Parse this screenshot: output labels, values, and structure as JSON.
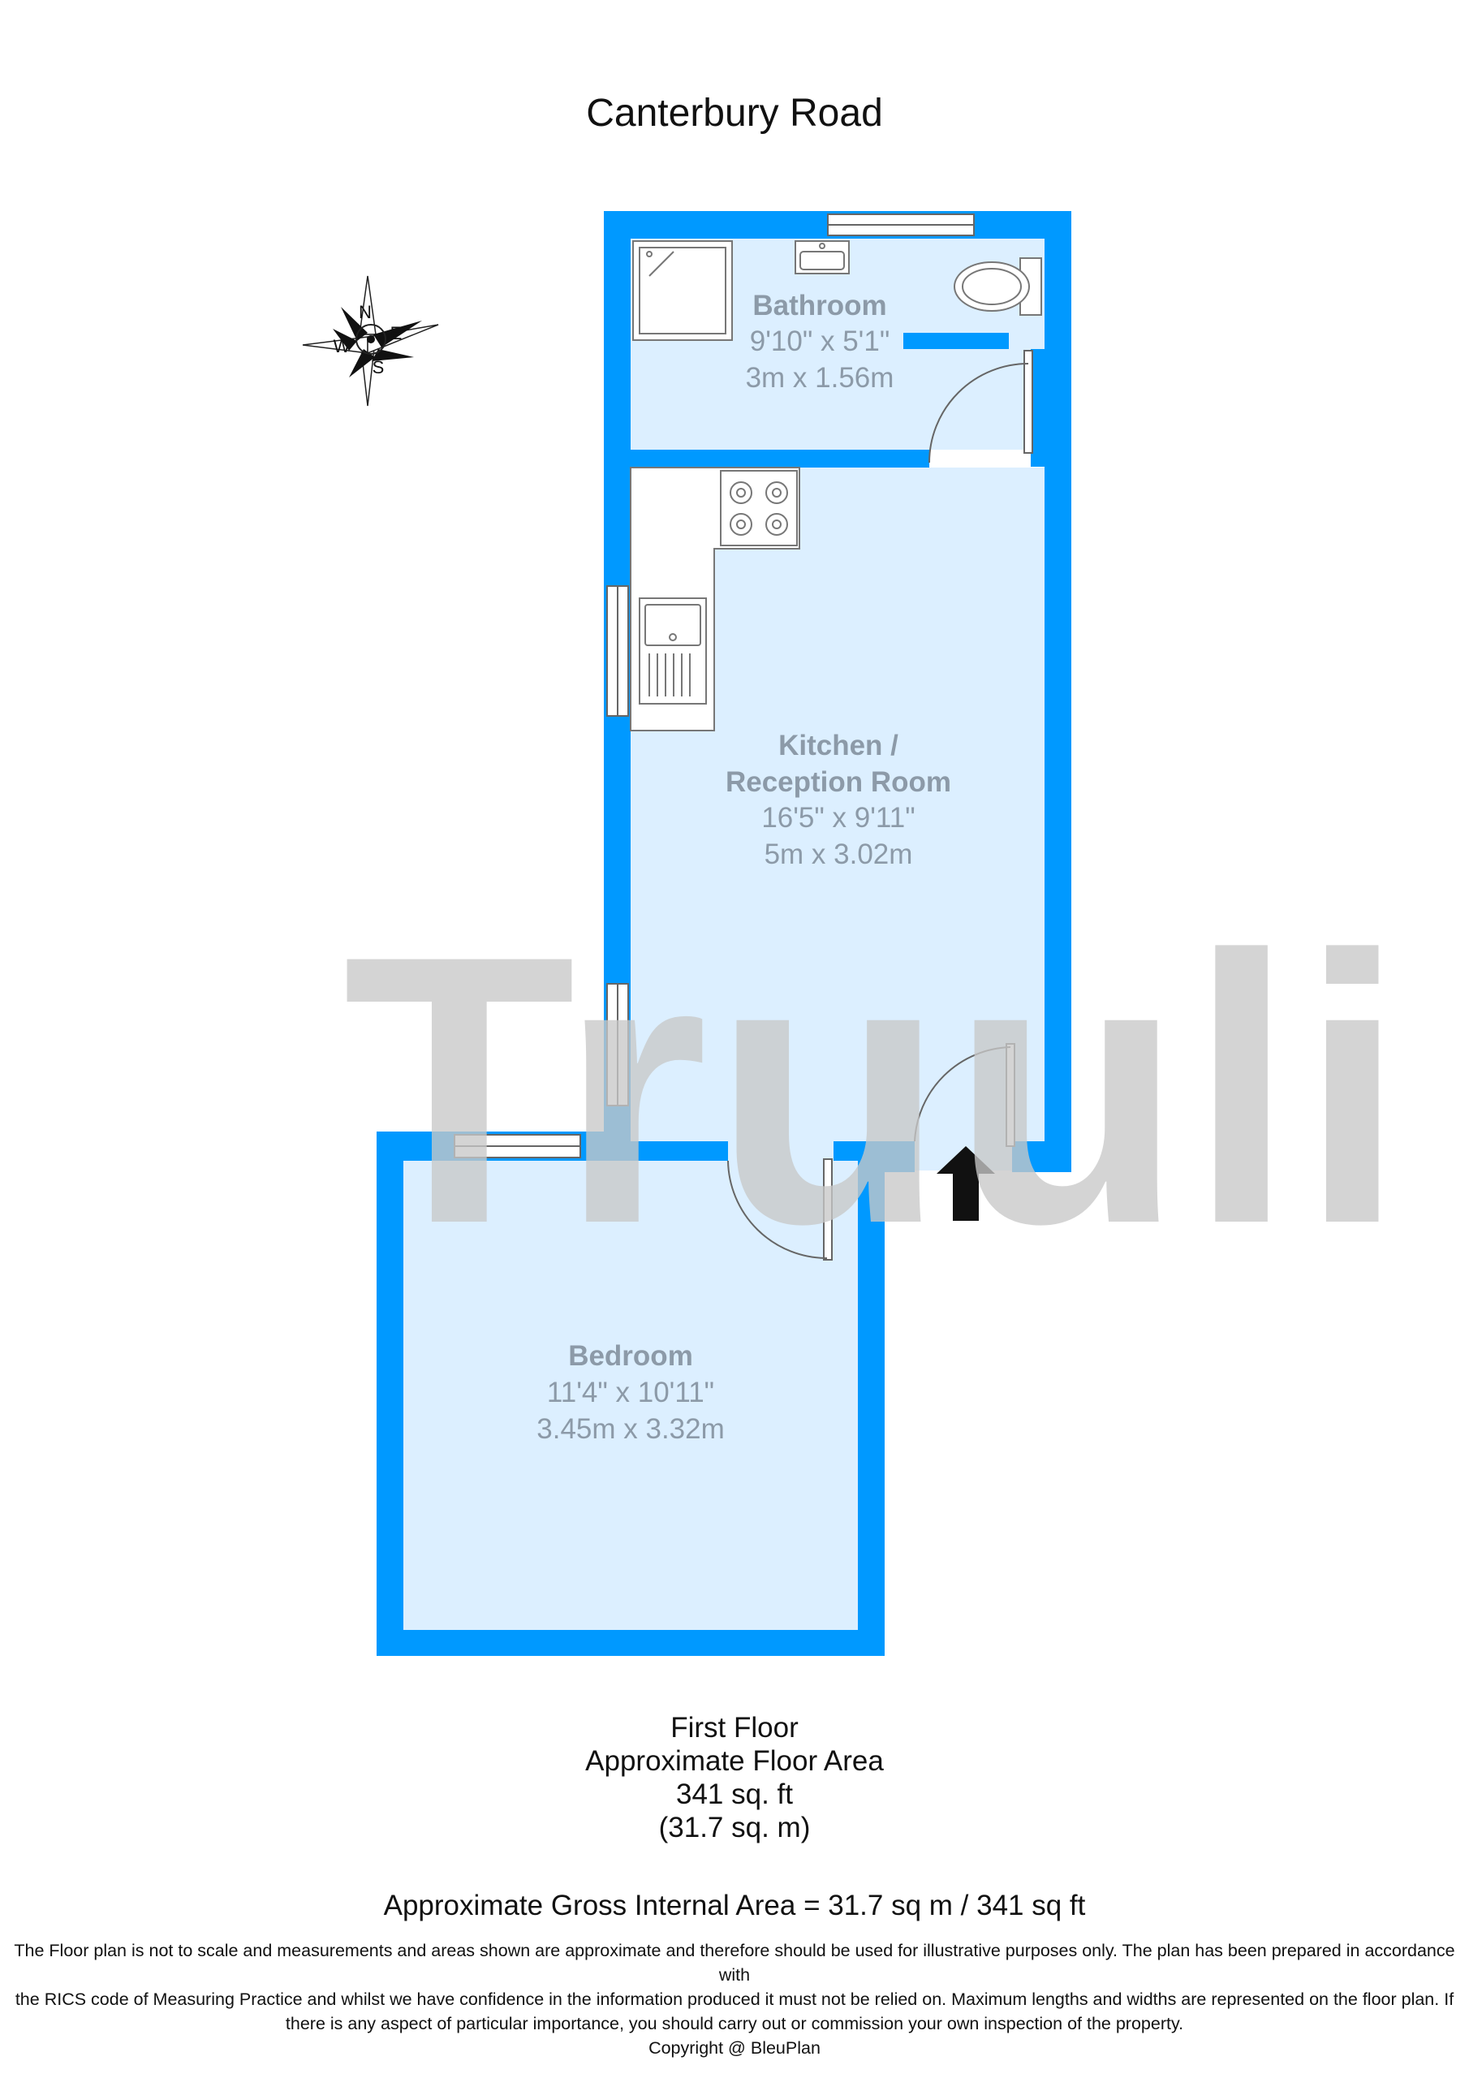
{
  "title": "Canterbury Road",
  "compass": {
    "n": "N",
    "e": "E",
    "s": "S",
    "w": "W"
  },
  "watermark": "Truuli",
  "rooms": {
    "bathroom": {
      "name": "Bathroom",
      "imperial": "9'10\" x 5'1\"",
      "metric": "3m x 1.56m"
    },
    "kitchen": {
      "name_line1": "Kitchen /",
      "name_line2": "Reception Room",
      "imperial": "16'5\" x 9'11\"",
      "metric": "5m x 3.02m"
    },
    "bedroom": {
      "name": "Bedroom",
      "imperial": "11'4\" x 10'11\"",
      "metric": "3.45m x 3.32m"
    }
  },
  "floor_info": {
    "floor": "First Floor",
    "label": "Approximate Floor Area",
    "sqft": "341 sq. ft",
    "sqm": "(31.7 sq. m)"
  },
  "gross_area": "Approximate Gross Internal Area = 31.7 sq m / 341 sq ft",
  "disclaimer": {
    "line1": "The Floor plan is not to scale and measurements and areas shown are approximate and therefore should be used for illustrative purposes only. The plan has been prepared in accordance with",
    "line2": "the RICS code of Measuring Practice and whilst we have confidence in the information produced it must not be relied on. Maximum lengths and widths are represented on the floor plan. If",
    "line3": "there is any aspect of particular importance, you should carry out or commission your own inspection of the property.",
    "copyright": "Copyright @ BleuPlan"
  },
  "colors": {
    "wall": "#0099ff",
    "floor": "#dcefff",
    "watermark": "#c8c8c8",
    "fixture": "#777777"
  }
}
